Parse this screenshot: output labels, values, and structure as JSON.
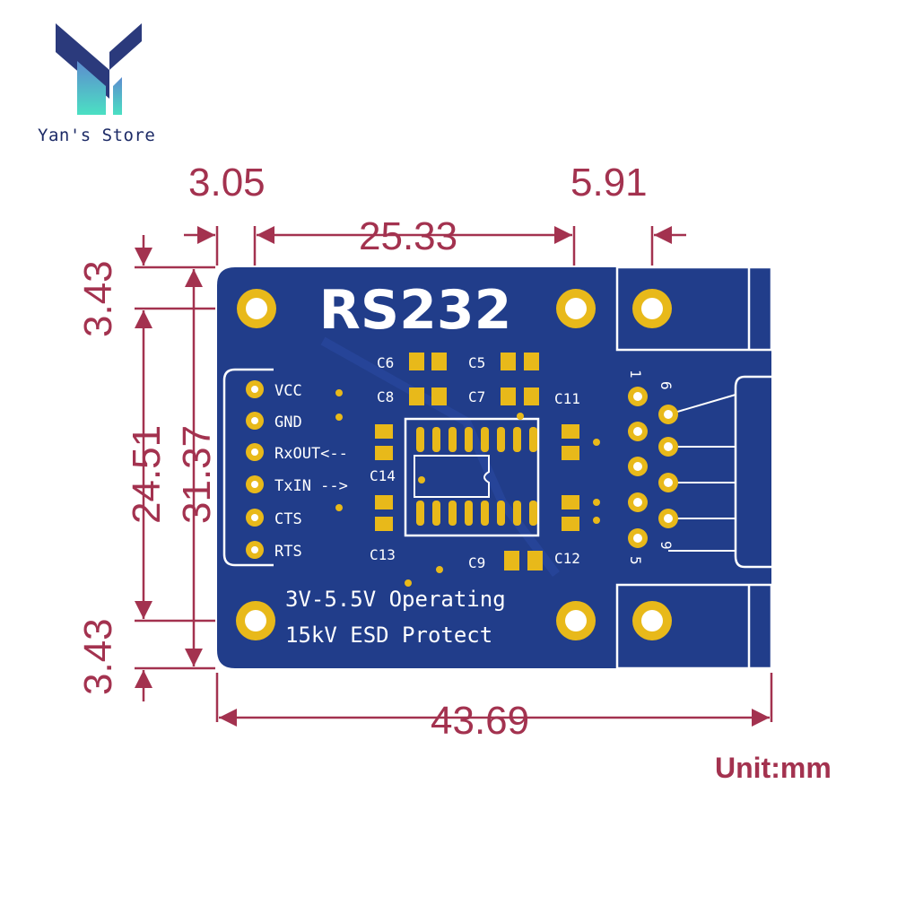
{
  "store": {
    "name": "Yan's Store"
  },
  "board": {
    "title": "RS232",
    "line1": "3V-5.5V Operating",
    "line2": "15kV ESD Protect",
    "pins": [
      "VCC",
      "GND",
      "RxOUT<--",
      "TxIN -->",
      "CTS",
      "RTS"
    ],
    "caps": [
      "C6",
      "C5",
      "C8",
      "C7",
      "C11",
      "C14",
      "C13",
      "C9",
      "C12"
    ],
    "db9_labels": [
      "1",
      "6",
      "9",
      "5"
    ]
  },
  "dimensions": {
    "top_left": "3.05",
    "top_width": "25.33",
    "top_right": "5.91",
    "left_top": "3.43",
    "left_inner": "24.51",
    "left_total": "31.37",
    "left_bottom": "3.43",
    "bottom_total": "43.69"
  },
  "unit": "Unit:mm",
  "colors": {
    "pcb": "#213d8a",
    "pad": "#e8b91a",
    "dim": "#a3324f",
    "logo_dark": "#2b3a7c",
    "logo_teal": "#4ad6c4"
  }
}
